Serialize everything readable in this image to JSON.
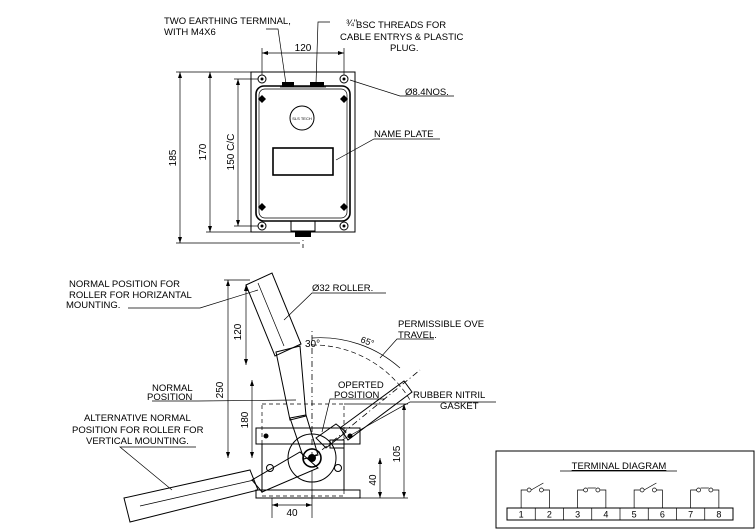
{
  "top_view": {
    "earthing_label_1": "TWO  EARTHING  TERMINAL,",
    "earthing_label_2": "WITH  M4X6",
    "bsc_prefix": "¾\"",
    "bsc_label_1": "BSC  THREADS  FOR",
    "bsc_label_2": "CABLE  ENTRYS  &  PLASTIC",
    "bsc_label_3": "PLUG.",
    "dim_width": "120",
    "holes_label": "Ø8.4NOS.",
    "name_plate_label": "NAME  PLATE",
    "logo_text": "SLS TECH",
    "dim_185": "185",
    "dim_170": "170",
    "dim_150": "150  C/C"
  },
  "side_view": {
    "normal_pos_label_1": "NORMAL  POSITION  FOR",
    "normal_pos_label_2": "ROLLER  FOR  HORIZANTAL",
    "normal_pos_label_3": "MOUNTING.",
    "roller_label": "Ø32  ROLLER.",
    "permissible_1": "PERMISSIBLE  OVE",
    "permissible_2": "TRAVEL.",
    "dim_120": "120",
    "angle_30": "30°",
    "angle_65": "65°",
    "normal_1": "NORMAL",
    "normal_2": "POSITION",
    "operted_1": "OPERTED",
    "operted_2": "POSITION",
    "rubber_1": "RUBBER  NITRIL",
    "rubber_2": "GASKET",
    "dim_250": "250",
    "dim_180": "180",
    "dim_105": "105",
    "dim_40_v": "40",
    "dim_40_h": "40",
    "alt_1": "ALTERNATIVE  NORMAL",
    "alt_2": "POSITION  FOR  ROLLER  FOR",
    "alt_3": "VERTICAL  MOUNTING."
  },
  "terminal_diagram": {
    "title": "TERMINAL  DIAGRAM",
    "terminals": [
      "1",
      "2",
      "3",
      "4",
      "5",
      "6",
      "7",
      "8"
    ],
    "contacts": [
      "nc",
      "no",
      "nc",
      "no"
    ]
  }
}
